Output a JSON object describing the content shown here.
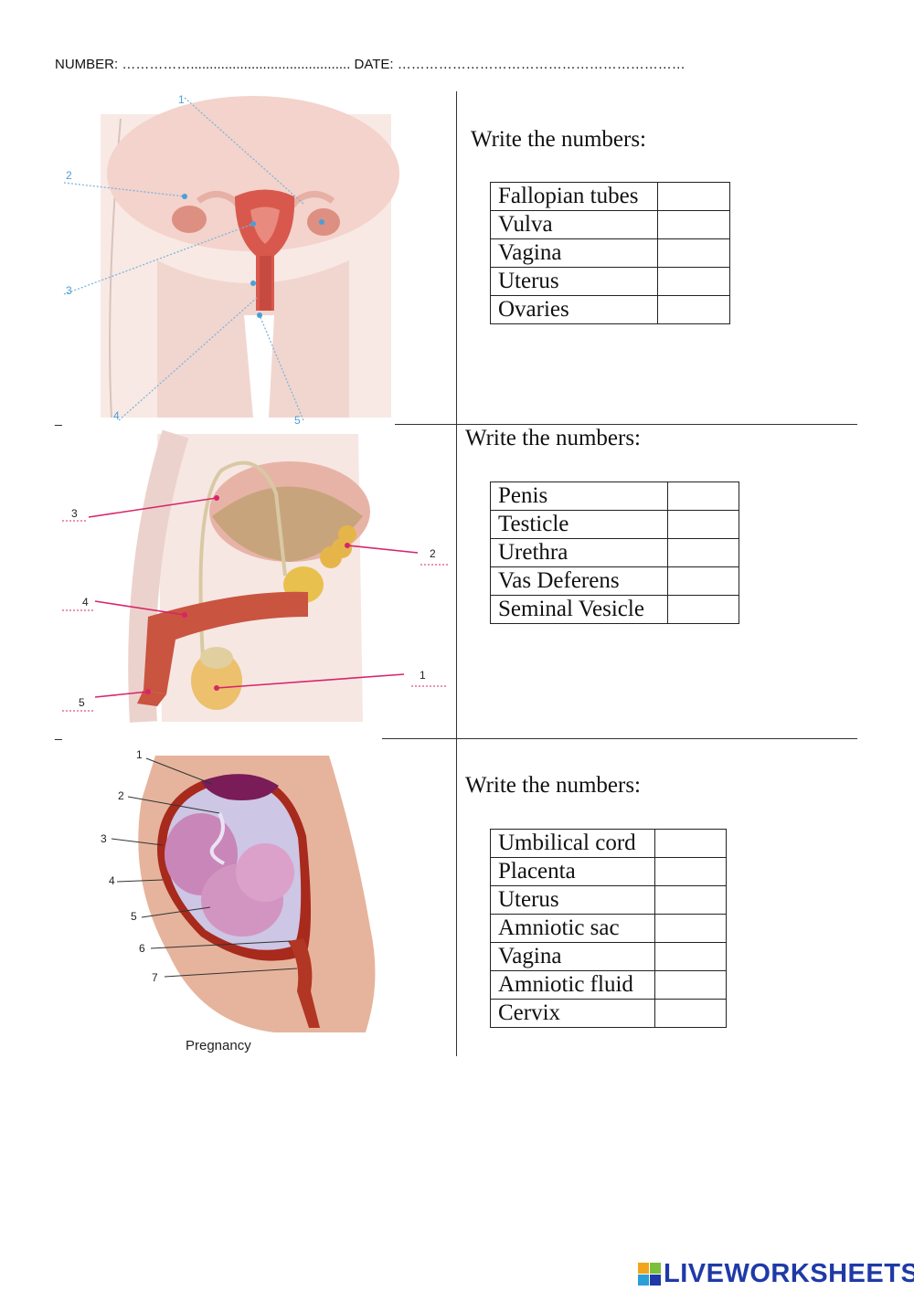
{
  "header": {
    "text": "NUMBER: …………….......................................... DATE: ………………………………………………………"
  },
  "section1": {
    "prompt": "Write the numbers:",
    "labels": [
      "1",
      "2",
      "3",
      "4",
      "5"
    ],
    "rows": [
      "Fallopian tubes",
      "Vulva",
      "Vagina",
      "Uterus",
      "Ovaries"
    ]
  },
  "section2": {
    "prompt": "Write the numbers:",
    "labels": [
      "1",
      "2",
      "3",
      "4",
      "5"
    ],
    "rows": [
      "Penis",
      "Testicle",
      "Urethra",
      "Vas Deferens",
      "Seminal Vesicle"
    ]
  },
  "section3": {
    "prompt": "Write the numbers:",
    "labels": [
      "1",
      "2",
      "3",
      "4",
      "5",
      "6",
      "7"
    ],
    "caption": "Pregnancy",
    "rows": [
      "Umbilical cord",
      "Placenta",
      "Uterus",
      "Amniotic sac",
      "Vagina",
      "Amniotic fluid",
      "Cervix"
    ]
  },
  "dash": "_",
  "logo": {
    "text": "LIVEWORKSHEETS",
    "icon": "liveworksheets-logo-icon"
  }
}
